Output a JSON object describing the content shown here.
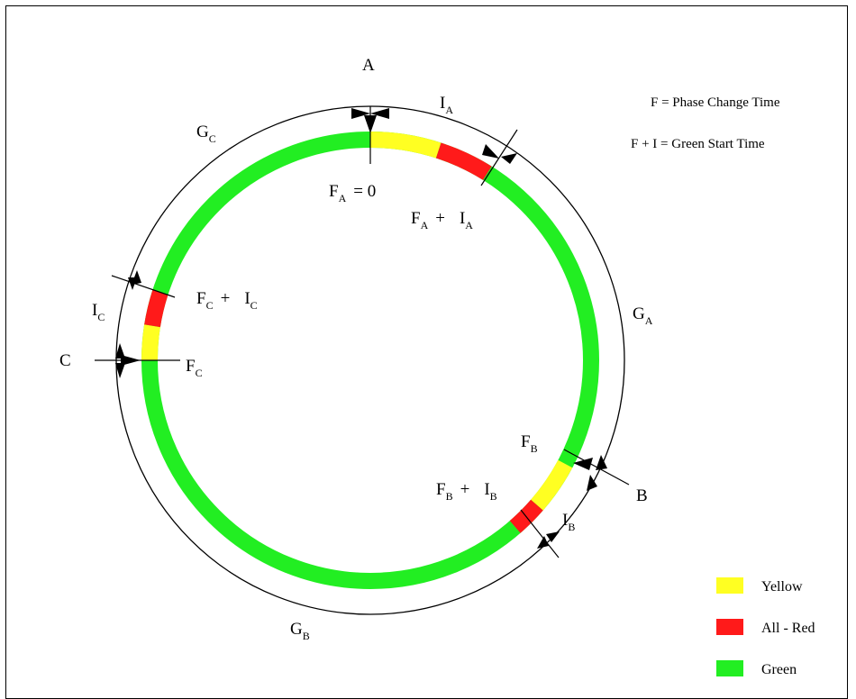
{
  "colors": {
    "yellow": "#ffff22",
    "red": "#ff1a1a",
    "green": "#22ee22",
    "line": "#000000"
  },
  "notes": {
    "phase_change": "F = Phase Change Time",
    "green_start": "F + I = Green Start Time"
  },
  "labels": {
    "A": "A",
    "B": "B",
    "C": "C",
    "G": "G",
    "I": "I",
    "F": "F",
    "sub_A": "A",
    "sub_B": "B",
    "sub_C": "C",
    "eq_zero": "=   0",
    "plus": "+"
  },
  "legend": [
    {
      "name": "Yellow",
      "color": "#ffff22"
    },
    {
      "name": "All - Red",
      "color": "#ff1a1a"
    },
    {
      "name": "Green",
      "color": "#22ee22"
    }
  ]
}
